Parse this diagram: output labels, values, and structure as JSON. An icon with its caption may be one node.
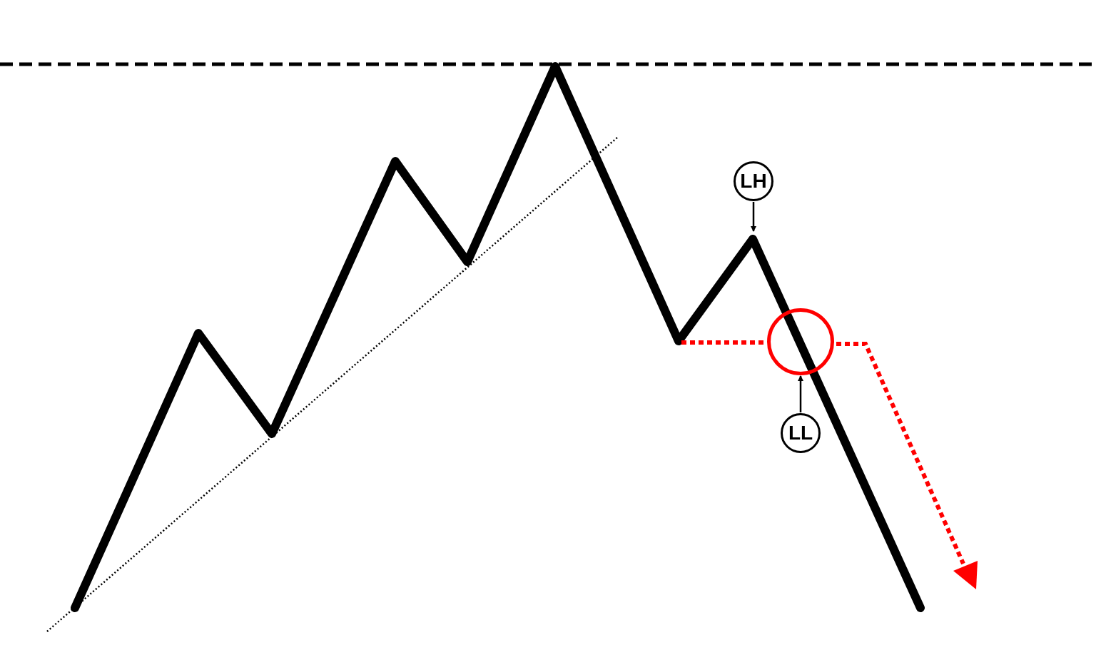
{
  "diagram": {
    "nodes": [
      {
        "text": [
          "LH"
        ]
      },
      {
        "text": [],
        "shape": "circle"
      },
      {
        "text": [
          "LL"
        ]
      }
    ],
    "edges": [
      {
        "from": 0,
        "to": null,
        "arrow": "to"
      },
      {
        "from": 2,
        "to": 1,
        "arrow": "to"
      }
    ]
  }
}
